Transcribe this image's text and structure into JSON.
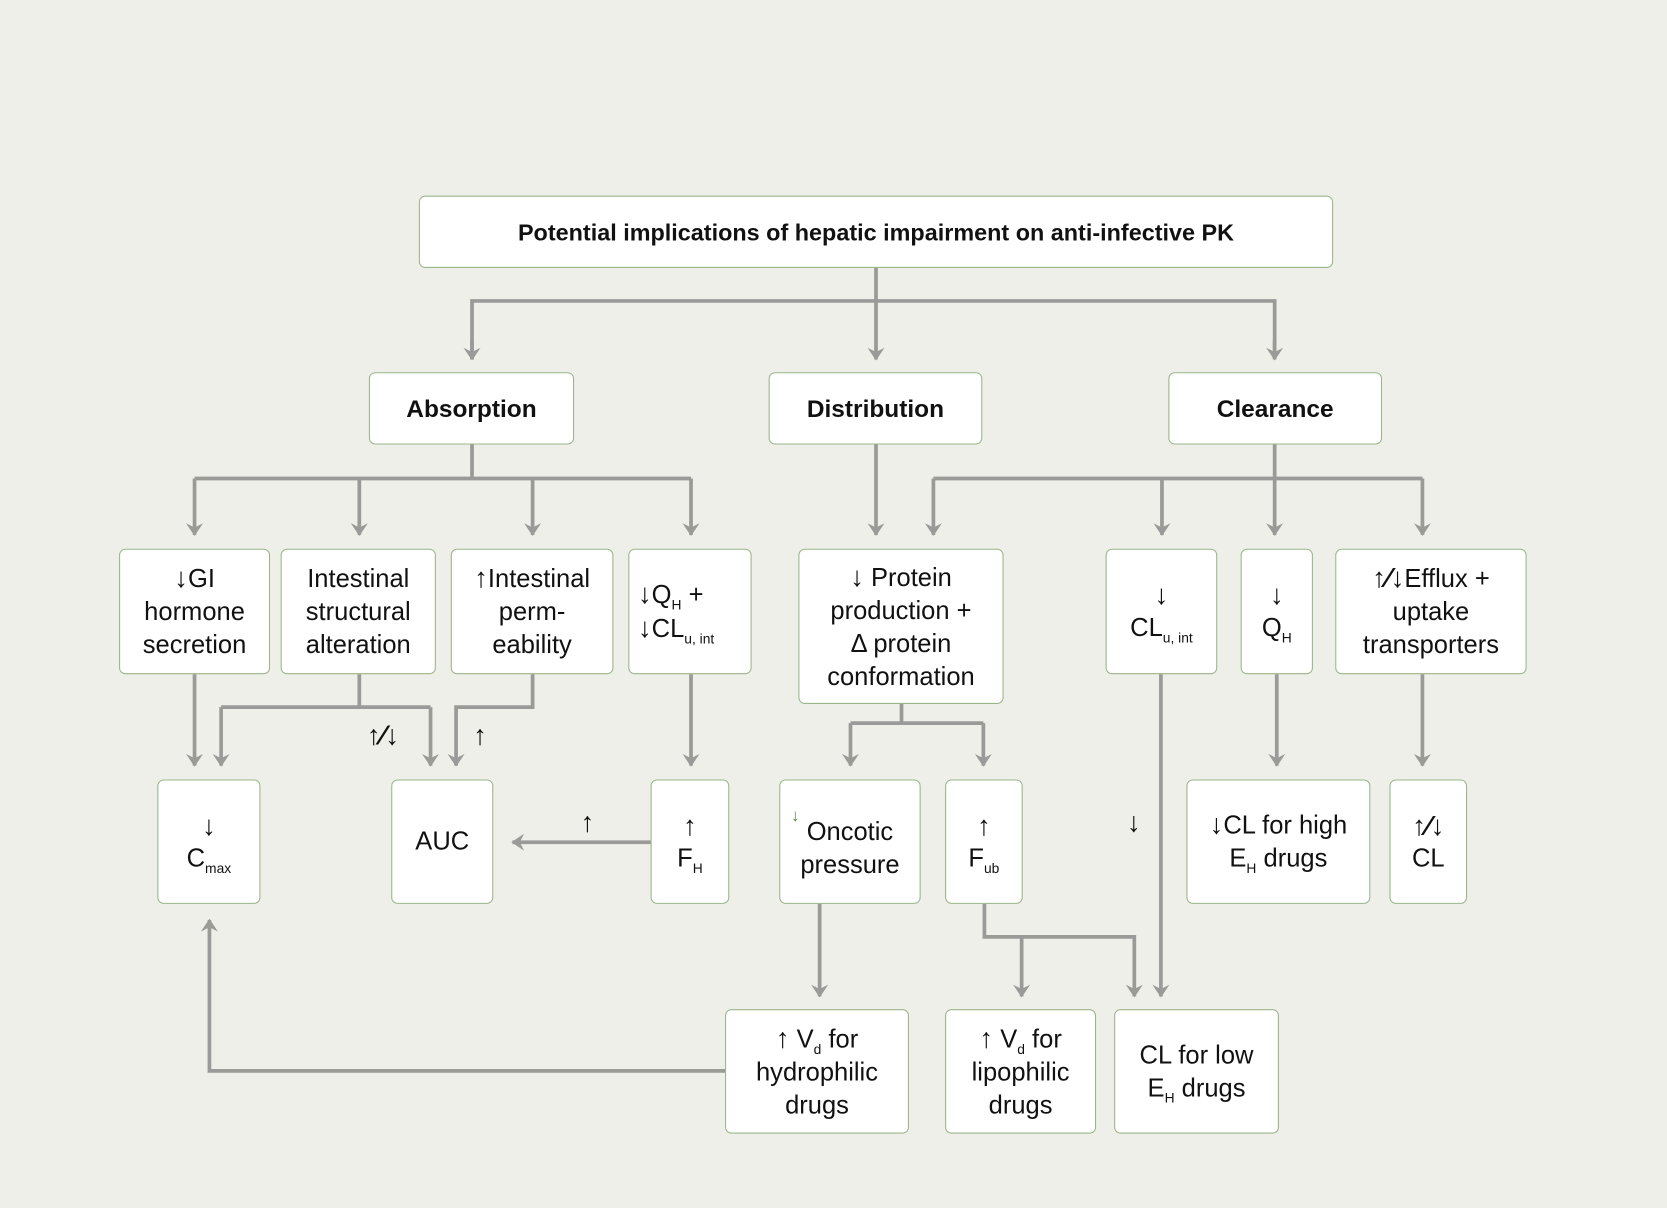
{
  "title": "Potential implications of hepatic impairment on anti-infective PK",
  "categories": {
    "absorption": "Absorption",
    "distribution": "Distribution",
    "clearance": "Clearance"
  },
  "symbols": {
    "down": "↓",
    "up": "↑",
    "updown": "↑⁄↓",
    "delta": "Δ"
  },
  "row2": {
    "gi": {
      "l1": "GI",
      "l2": "hormone",
      "l3": "secretion"
    },
    "struct": {
      "l1": "Intestinal",
      "l2": "structural",
      "l3": "alteration"
    },
    "perm": {
      "l1": "Intestinal",
      "l2": "perm-",
      "l3": "eability"
    },
    "qhcl": {
      "q": "Q",
      "qsub": "H",
      "plus": "+",
      "cl": "CL",
      "clsub": "u, int"
    },
    "protein": {
      "l1": "Protein",
      "l2": "production +",
      "l3": "protein",
      "l4": "conformation"
    },
    "cluint": {
      "cl": "CL",
      "sub": "u, int"
    },
    "qh": {
      "q": "Q",
      "sub": "H"
    },
    "efflux": {
      "l1": "Efflux +",
      "l2": "uptake",
      "l3": "transporters"
    }
  },
  "row3": {
    "cmax": {
      "c": "C",
      "sub": "max"
    },
    "auc": "AUC",
    "fh": {
      "f": "F",
      "sub": "H"
    },
    "oncotic": {
      "l1": "Oncotic",
      "l2": "pressure"
    },
    "fub": {
      "f": "F",
      "sub": "ub"
    },
    "clhigh": {
      "l1": "CL for high",
      "e": "E",
      "sub": "H",
      "l2": "drugs"
    },
    "cl": "CL"
  },
  "row4": {
    "vdhydro": {
      "v": "V",
      "sub": "d",
      "for": "for",
      "l2": "hydrophilic",
      "l3": "drugs"
    },
    "vdlipo": {
      "v": "V",
      "sub": "d",
      "for": "for",
      "l2": "lipophilic",
      "l3": "drugs"
    },
    "cllow": {
      "l1": "CL for low",
      "e": "E",
      "sub": "H",
      "l2": "drugs"
    }
  }
}
